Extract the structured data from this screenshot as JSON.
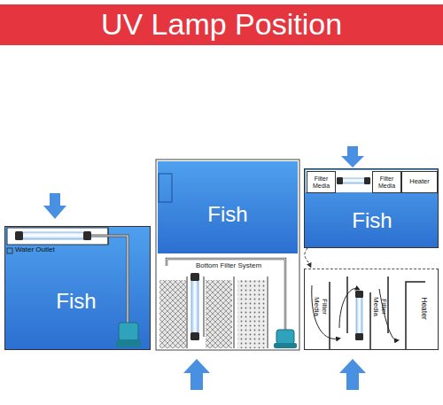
{
  "diagram": {
    "title": "UV Lamp Position",
    "nodes": [
      {
        "text": [
          "Fish"
        ]
      },
      {
        "text": [
          "Fish"
        ]
      },
      {
        "text": [
          "Bottom Filter System"
        ]
      },
      {
        "text": [
          "Fish"
        ]
      },
      {
        "text": [
          "Filter Media"
        ],
        "in": 3
      },
      {
        "text": [
          "Filter Media"
        ],
        "in": 3
      },
      {
        "text": [
          "Heater"
        ],
        "in": 3
      },
      {
        "text": [
          "Filter Media",
          "Filter Media",
          "Heater"
        ]
      }
    ],
    "edges": [
      {
        "from": 3,
        "to": 7,
        "arrow": "to"
      }
    ],
    "labels": [
      "Water Outlet"
    ]
  }
}
